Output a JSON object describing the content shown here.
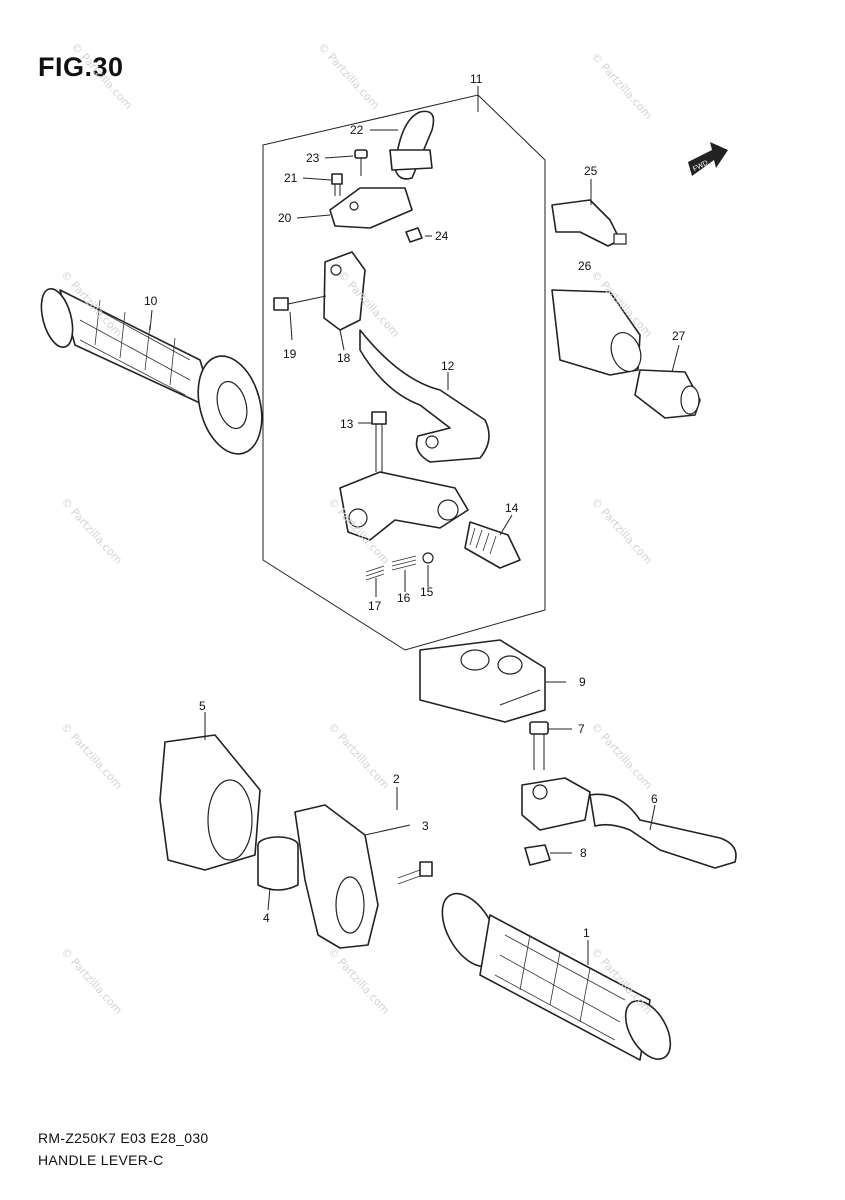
{
  "figure": {
    "title": "FIG.30"
  },
  "footer": {
    "model_code": "RM-Z250K7 E03 E28_030",
    "section_name": "HANDLE LEVER-C"
  },
  "direction_badge": {
    "label": "FWD"
  },
  "watermark": {
    "text": "© Partzilla.com"
  },
  "callouts": {
    "c1": "1",
    "c2": "2",
    "c3": "3",
    "c4": "4",
    "c5": "5",
    "c6": "6",
    "c7": "7",
    "c8": "8",
    "c9": "9",
    "c10": "10",
    "c11": "11",
    "c12": "12",
    "c13": "13",
    "c14": "14",
    "c15": "15",
    "c16": "16",
    "c17": "17",
    "c18": "18",
    "c19": "19",
    "c20": "20",
    "c21": "21",
    "c22": "22",
    "c23": "23",
    "c24": "24",
    "c25": "25",
    "c26": "26",
    "c27": "27"
  }
}
